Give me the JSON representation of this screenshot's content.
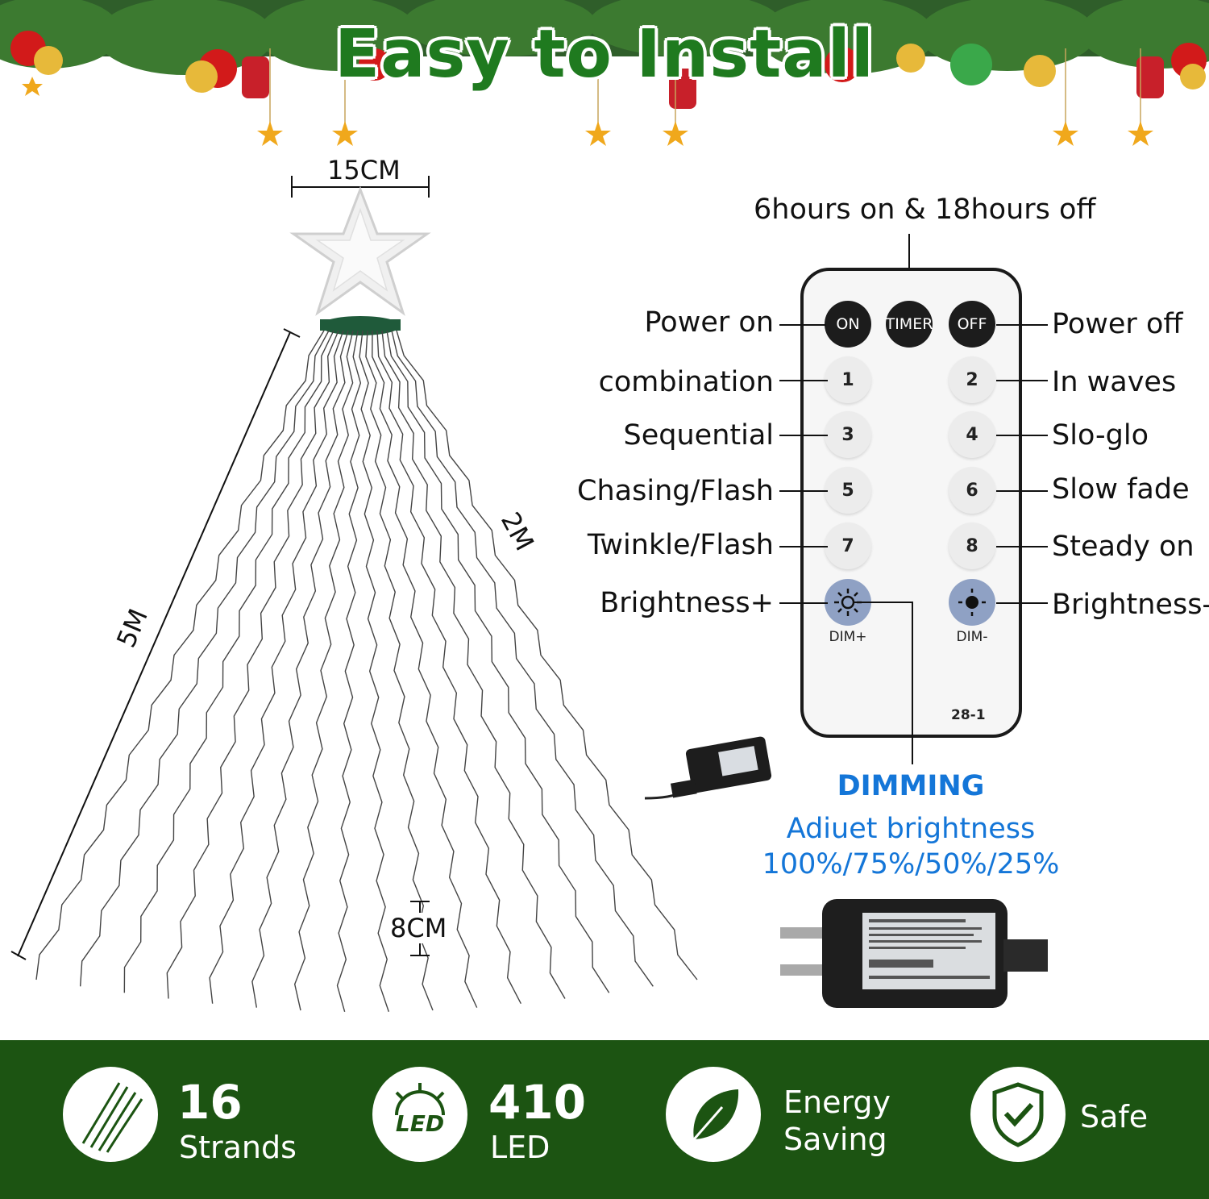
{
  "header": {
    "title": "Easy to Install"
  },
  "dimensions": {
    "star_width": "15CM",
    "strand_height": "5M",
    "top_length": "2M",
    "bulb_spacing": "8CM"
  },
  "remote": {
    "timer_note": "6hours on & 18hours off",
    "buttons": {
      "on": "ON",
      "timer": "TIMER",
      "off": "OFF",
      "b1": "1",
      "b2": "2",
      "b3": "3",
      "b4": "4",
      "b5": "5",
      "b6": "6",
      "b7": "7",
      "b8": "8",
      "dim_plus": "DIM+",
      "dim_minus": "DIM-"
    },
    "model": "28-1",
    "labels_left": [
      "Power on",
      "combination",
      "Sequential",
      "Chasing/Flash",
      "Twinkle/Flash",
      "Brightness+"
    ],
    "labels_right": [
      "Power off",
      "In waves",
      "Slo-glo",
      "Slow fade",
      "Steady on",
      "Brightness-"
    ]
  },
  "dimming": {
    "title": "DIMMING",
    "subtitle": "Adiuet brightness",
    "levels": "100%/75%/50%/25%"
  },
  "features": [
    {
      "number": "16",
      "text": "Strands",
      "icon": "strands-icon"
    },
    {
      "number": "410",
      "text": "LED",
      "icon": "led-icon"
    },
    {
      "number": "",
      "text": "Energy\nSaving",
      "icon": "leaf-icon"
    },
    {
      "number": "",
      "text": "Safe",
      "icon": "shield-check-icon"
    }
  ],
  "colors": {
    "title_green": "#1f7a1f",
    "footer_green": "#1c5412",
    "dimming_blue": "#1476d8"
  }
}
